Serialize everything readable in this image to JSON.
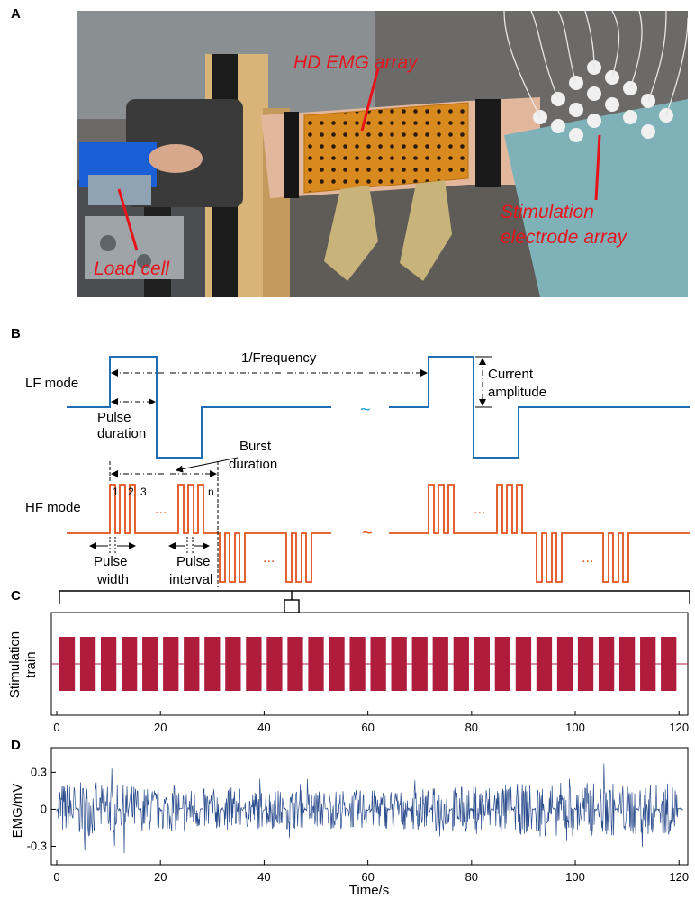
{
  "figure": {
    "panels": {
      "a": "A",
      "b": "B",
      "c": "C",
      "d": "D"
    }
  },
  "photo": {
    "labels": {
      "hd_emg": "HD EMG array",
      "load_cell": "Load cell",
      "stim_line1": "Stimulation",
      "stim_line2": "electrode array"
    },
    "colors": {
      "label": "#e8141c",
      "emg_array": "#d98a1e",
      "sleeve": "#7fb2b8"
    }
  },
  "schematic": {
    "lf_mode": "LF mode",
    "hf_mode": "HF mode",
    "frequency": "1/Frequency",
    "current_line1": "Current",
    "current_line2": "amplitude",
    "pulse_duration_line1": "Pulse",
    "pulse_duration_line2": "duration",
    "burst_line1": "Burst",
    "burst_line2": "duration",
    "pulse_width_line1": "Pulse",
    "pulse_width_line2": "width",
    "pulse_interval_line1": "Pulse",
    "pulse_interval_line2": "interval",
    "pulse_numbers": [
      "1",
      "2",
      "3",
      "n"
    ],
    "ellipsis": "...",
    "tilde": "~",
    "colors": {
      "lf": "#1f6fb5",
      "hf": "#e2521b"
    }
  },
  "chart_data": [
    {
      "type": "line",
      "panel": "C",
      "ylabel_line1": "Stimulation",
      "ylabel_line2": "train",
      "x_ticks": [
        0,
        20,
        40,
        60,
        80,
        100,
        120
      ],
      "xlim": [
        0,
        121
      ],
      "burst_start_seconds": [
        0.5,
        4.5,
        8.5,
        12.5,
        16.5,
        20.5,
        24.5,
        28.5,
        32.5,
        36.5,
        40.5,
        44.5,
        48.5,
        52.5,
        56.5,
        60.5,
        64.5,
        68.5,
        72.5,
        76.5,
        80.5,
        84.5,
        88.5,
        92.5,
        96.5,
        100.5,
        104.5,
        108.5,
        112.5,
        116.5
      ],
      "burst_duration_seconds": 3,
      "color": "#b01c3c"
    },
    {
      "type": "line",
      "panel": "D",
      "ylabel": "EMG/mV",
      "xlabel": "Time/s",
      "x_ticks": [
        0,
        20,
        40,
        60,
        80,
        100,
        120
      ],
      "y_ticks": [
        "0.3",
        "0",
        "-0.3"
      ],
      "xlim": [
        0,
        121
      ],
      "ylim": [
        -0.45,
        0.5
      ],
      "burst_start_seconds": [
        0.5,
        4.5,
        8.5,
        12.5,
        16.5,
        20.5,
        24.5,
        28.5,
        32.5,
        36.5,
        40.5,
        44.5,
        48.5,
        52.5,
        56.5,
        60.5,
        64.5,
        68.5,
        72.5,
        76.5,
        80.5,
        84.5,
        88.5,
        92.5,
        96.5,
        100.5,
        104.5,
        108.5,
        112.5,
        116.5
      ],
      "burst_duration_seconds": 3,
      "burst_amplitude_mV": [
        0.22,
        0.22,
        0.2,
        0.2,
        0.18,
        0.18,
        0.17,
        0.17,
        0.17,
        0.16,
        0.16,
        0.16,
        0.16,
        0.16,
        0.16,
        0.16,
        0.17,
        0.17,
        0.18,
        0.19,
        0.2,
        0.21,
        0.21,
        0.22,
        0.22,
        0.22,
        0.22,
        0.21,
        0.21,
        0.21
      ],
      "color": "#2b4c8c"
    }
  ]
}
